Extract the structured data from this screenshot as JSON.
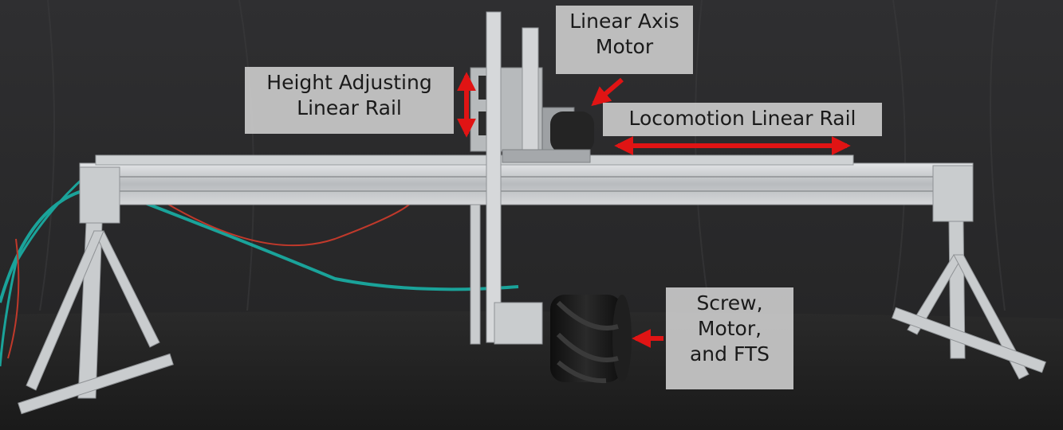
{
  "labels": {
    "height_rail": [
      "Height Adjusting",
      "Linear Rail"
    ],
    "linear_axis_motor": [
      "Linear Axis",
      "Motor"
    ],
    "locomotion_rail": [
      "Locomotion Linear Rail"
    ],
    "screw_motor_fts": [
      "Screw,",
      "Motor,",
      "and FTS"
    ]
  },
  "colors": {
    "backdrop": "#2b2b2d",
    "floor": "#232323",
    "aluminum": "#c9ccce",
    "arrow": "#e01414",
    "screw": "#161616",
    "cable_teal": "#1aa39a",
    "cable_red": "#c0392b"
  }
}
